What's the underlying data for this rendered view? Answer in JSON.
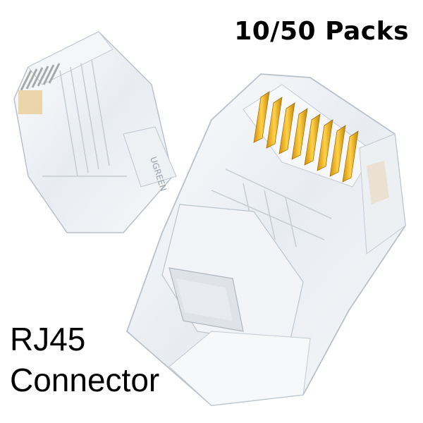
{
  "headline": "10/50 Packs",
  "caption": {
    "line1": "RJ45",
    "line2": "Connector"
  },
  "plug_label": "UGREEN",
  "colors": {
    "plastic": "#e9edf2",
    "edge": "#b9c1cb",
    "contact_gold": "#f2b41e"
  }
}
